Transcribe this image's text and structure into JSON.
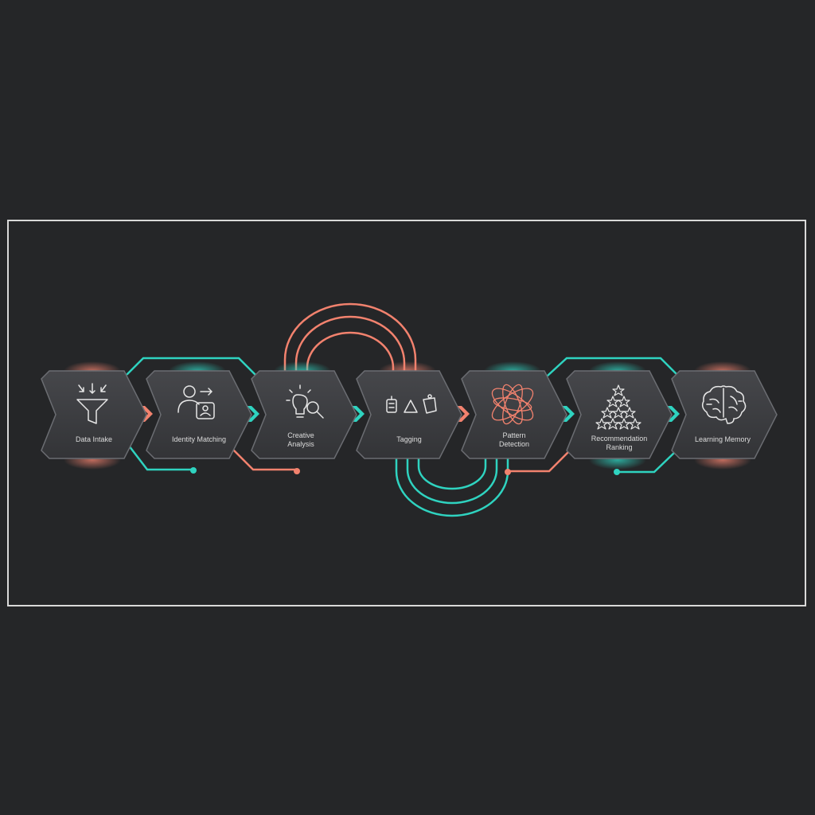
{
  "steps": [
    {
      "label": "Data Intake",
      "icon": "funnel-icon",
      "glow": "coral"
    },
    {
      "label": "Identity Matching",
      "icon": "user-match-icon",
      "glow": "teal"
    },
    {
      "label": "Creative\nAnalysis",
      "icon": "lightbulb-search-icon",
      "glow": "teal"
    },
    {
      "label": "Tagging",
      "icon": "tags-icon",
      "glow": "coral"
    },
    {
      "label": "Pattern\nDetection",
      "icon": "orbit-pattern-icon",
      "glow": "teal"
    },
    {
      "label": "Recommendation\nRanking",
      "icon": "star-pyramid-icon",
      "glow": "teal"
    },
    {
      "label": "Learning Memory",
      "icon": "brain-icon",
      "glow": "coral"
    }
  ],
  "colors": {
    "background": "#252628",
    "frame": "#d9d9d9",
    "tile_fill": "#3a3b3e",
    "tile_stroke": "#6b6d72",
    "teal": "#2fd3c0",
    "coral": "#f2826e",
    "text": "#dcdcdc"
  }
}
